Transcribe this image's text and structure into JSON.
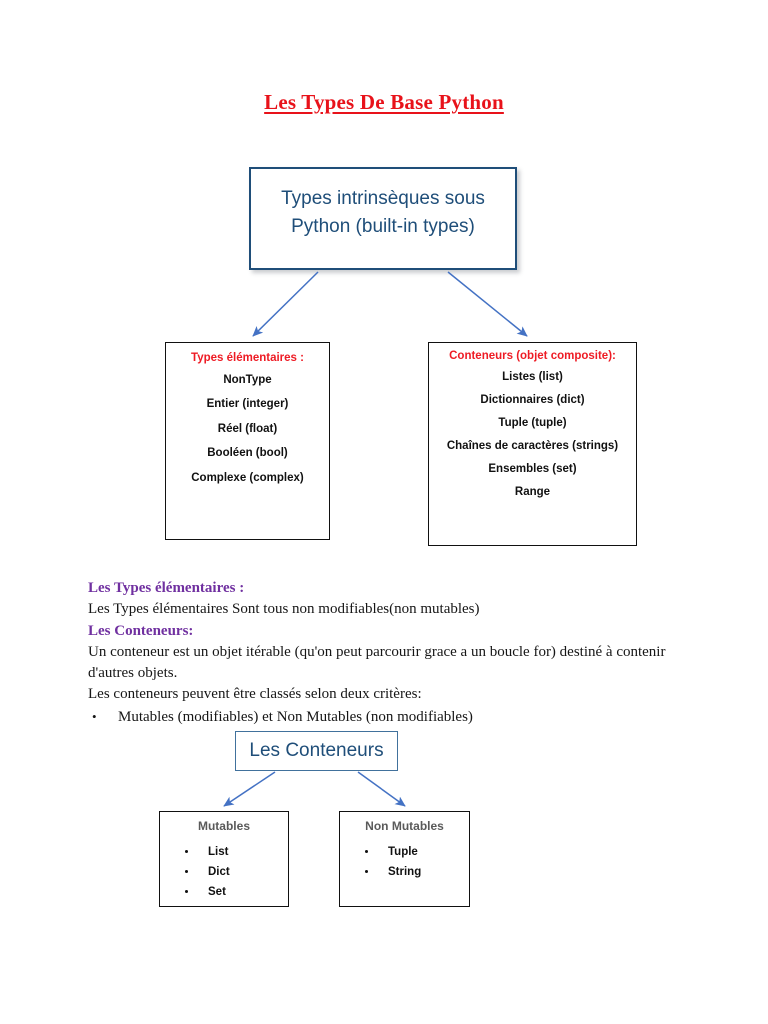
{
  "document": {
    "title": "Les Types De Base Python"
  },
  "diagram_top": {
    "box_label_line1": "Types intrinsèques sous",
    "box_label_line2": "Python (built-in types)"
  },
  "elementary_box": {
    "heading": "Types élémentaires :",
    "items": [
      "NonType",
      "Entier (integer)",
      "Réel (float)",
      "Booléen (bool)",
      "Complexe (complex)"
    ]
  },
  "containers_box": {
    "heading": "Conteneurs (objet composite):",
    "items": [
      "Listes (list)",
      "Dictionnaires (dict)",
      "Tuple (tuple)",
      "Chaînes de caractères (strings)",
      "Ensembles (set)",
      "Range"
    ]
  },
  "body": {
    "heading_elementary": "Les Types élémentaires :",
    "line_elementary": "Les Types élémentaires  Sont tous non modifiables(non mutables)",
    "heading_containers": "Les Conteneurs:",
    "para_line1": "Un conteneur est un objet itérable (qu'on peut parcourir grace a un boucle for) destiné à contenir",
    "para_line2": "d'autres objets.",
    "para_line3": "Les conteneurs peuvent être classés selon deux critères:",
    "bullet_marker": "•",
    "bullet_text": "Mutables (modifiables) et Non Mutables (non modifiables)"
  },
  "containers_node": {
    "label": "Les Conteneurs"
  },
  "mutables_box": {
    "heading": "Mutables",
    "items": [
      "List",
      "Dict",
      "Set"
    ]
  },
  "non_mutables_box": {
    "heading": "Non Mutables",
    "items": [
      "Tuple",
      "String"
    ]
  },
  "colors": {
    "title_red": "#E8121A",
    "heading_red": "#EE1B24",
    "heading_purple": "#7030A0",
    "box_navy": "#1F4E79",
    "arrow_blue": "#4472C4",
    "gray_heading": "#5A5A5A"
  }
}
